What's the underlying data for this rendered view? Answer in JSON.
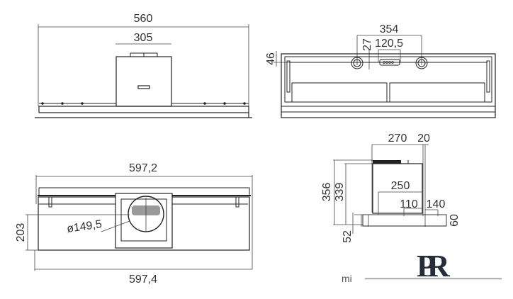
{
  "views": {
    "front": {
      "overall_width": "560",
      "motor_width": "305"
    },
    "rear": {
      "hole_spacing": "354",
      "connector_width": "120,5",
      "vertical_offset_a": "27",
      "vertical_offset_b": "46"
    },
    "bottom": {
      "top_width": "597,2",
      "bottom_width": "597,4",
      "depth": "203",
      "duct_diameter": "ø149,5"
    },
    "side": {
      "depth_a": "270",
      "depth_b": "20",
      "height_total": "356",
      "height_motor": "339",
      "offset_250": "250",
      "offset_110": "110",
      "offset_140": "140",
      "frame_height": "60",
      "bottom_offset": "52"
    }
  },
  "brand": {
    "label": "mi",
    "logo_letters": "PR",
    "logo_color": "#262d38"
  },
  "colors": {
    "line": "#222222",
    "text": "#333333",
    "duct_fill": "#9a9a9a"
  }
}
